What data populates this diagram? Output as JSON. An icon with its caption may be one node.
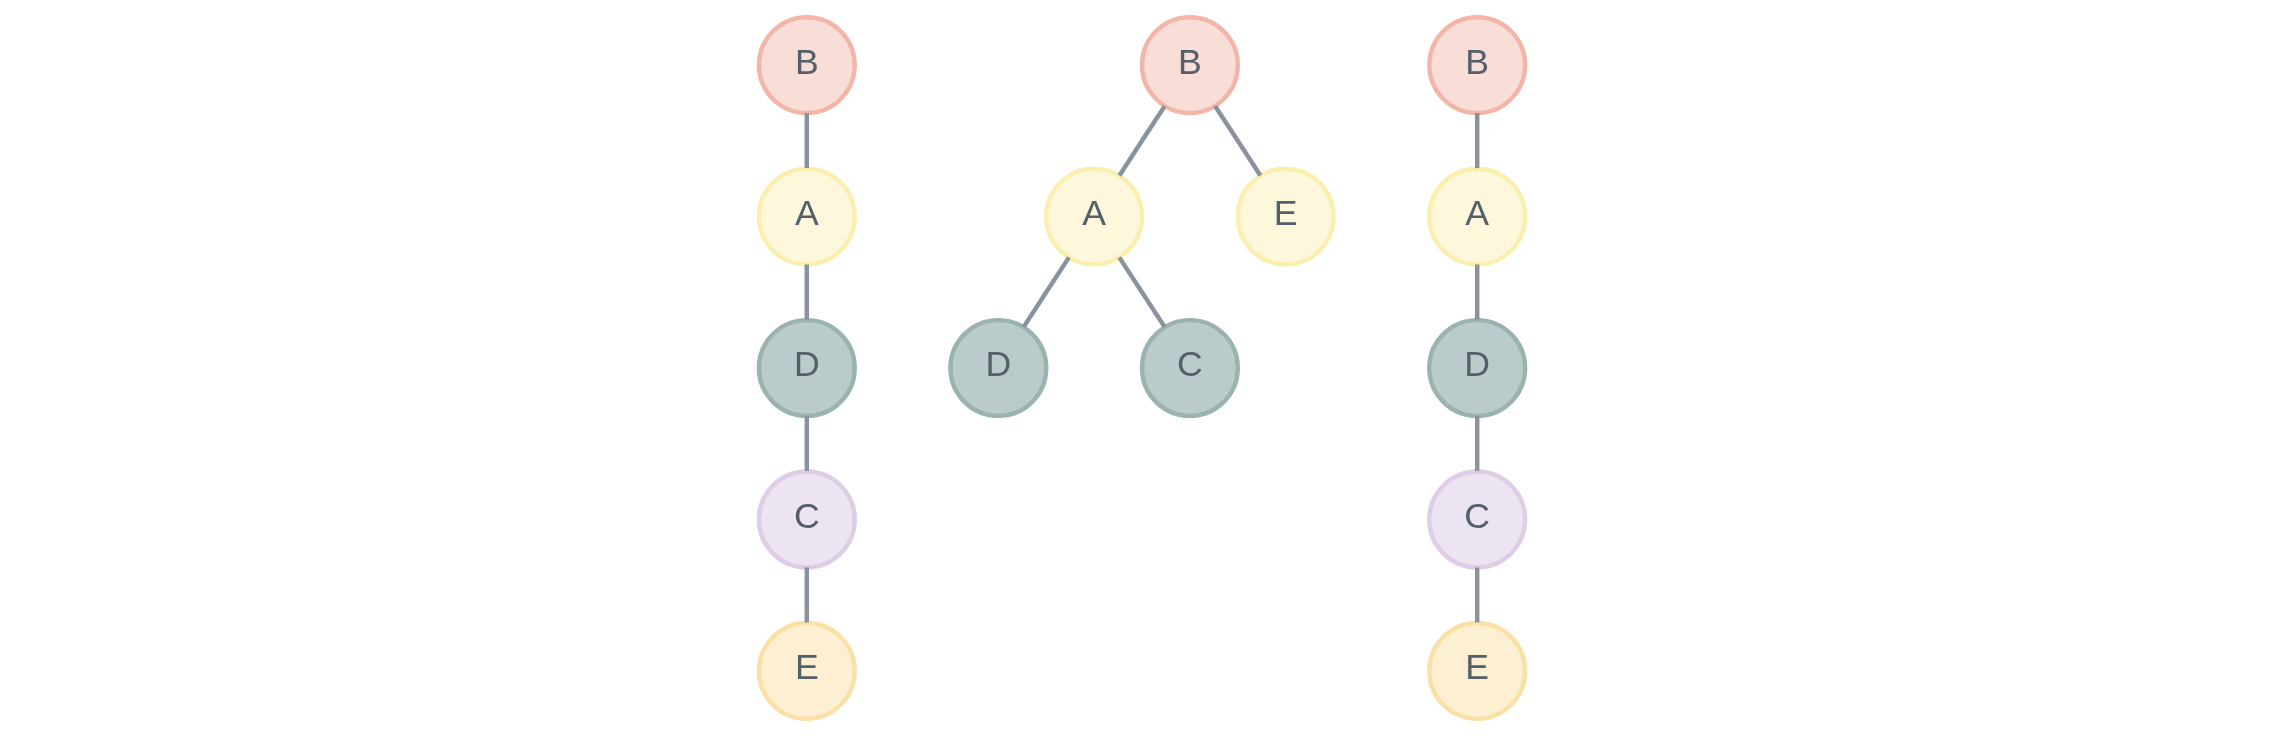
{
  "diagram": {
    "nodes": [
      {
        "text": [
          "B"
        ]
      },
      {
        "text": [
          "A"
        ]
      },
      {
        "text": [
          "D"
        ]
      },
      {
        "text": [
          "C"
        ]
      },
      {
        "text": [
          "E"
        ]
      },
      {
        "text": [
          "B"
        ]
      },
      {
        "text": [
          "A"
        ]
      },
      {
        "text": [
          "E"
        ]
      },
      {
        "text": [
          "D"
        ]
      },
      {
        "text": [
          "C"
        ]
      },
      {
        "text": [
          "B"
        ]
      },
      {
        "text": [
          "A"
        ]
      },
      {
        "text": [
          "D"
        ]
      },
      {
        "text": [
          "C"
        ]
      },
      {
        "text": [
          "E"
        ]
      }
    ],
    "edges": [
      {
        "from": 0,
        "to": 1,
        "arrow": "none"
      },
      {
        "from": 1,
        "to": 2,
        "arrow": "none"
      },
      {
        "from": 2,
        "to": 3,
        "arrow": "none"
      },
      {
        "from": 3,
        "to": 4,
        "arrow": "none"
      },
      {
        "from": 5,
        "to": 6,
        "arrow": "none"
      },
      {
        "from": 5,
        "to": 7,
        "arrow": "none"
      },
      {
        "from": 6,
        "to": 8,
        "arrow": "none"
      },
      {
        "from": 6,
        "to": 9,
        "arrow": "none"
      },
      {
        "from": 10,
        "to": 11,
        "arrow": "none"
      },
      {
        "from": 11,
        "to": 12,
        "arrow": "none"
      },
      {
        "from": 12,
        "to": 13,
        "arrow": "none"
      },
      {
        "from": 13,
        "to": 14,
        "arrow": "none"
      }
    ]
  }
}
